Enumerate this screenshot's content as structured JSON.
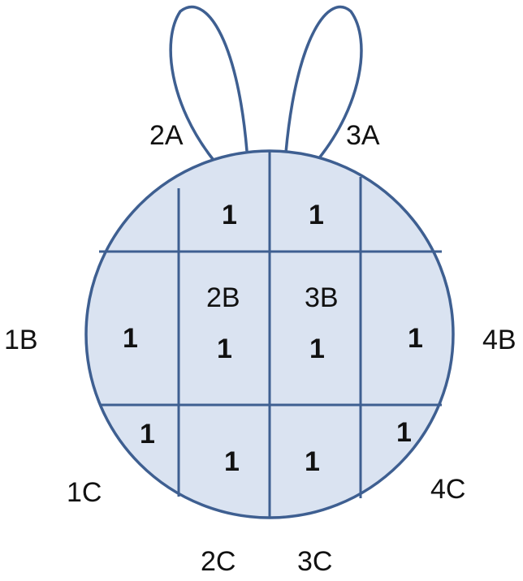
{
  "outer_labels": {
    "2A": "2A",
    "3A": "3A",
    "1B": "1B",
    "4B": "4B",
    "1C": "1C",
    "4C": "4C",
    "2C": "2C",
    "3C": "3C"
  },
  "inner_labels": {
    "2B": "2B",
    "3B": "3B"
  },
  "cell_values": {
    "2A": "1",
    "3A": "1",
    "1B": "1",
    "2B": "1",
    "3B": "1",
    "4B": "1",
    "1C": "1",
    "2C": "1",
    "3C": "1",
    "4C": "1"
  },
  "colors": {
    "fill": "#dae3f1",
    "stroke": "#3e5f91",
    "text": "#111111"
  }
}
